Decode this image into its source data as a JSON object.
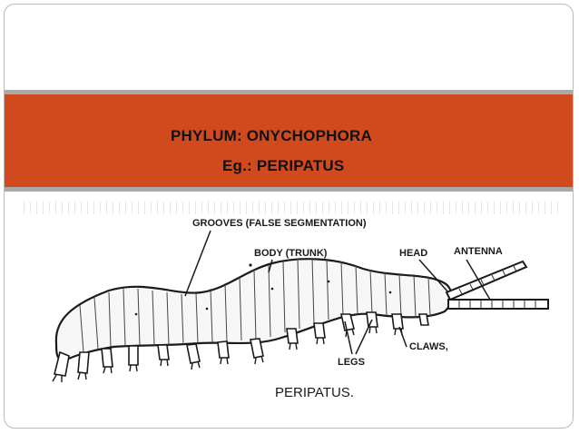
{
  "slide": {
    "title_line1": "PHYLUM: ONYCHOPHORA",
    "title_line2": "Eg.:  PERIPATUS",
    "accent_color": "#d14a1e"
  },
  "diagram": {
    "labels": {
      "grooves": "GROOVES (FALSE SEGMENTATION)",
      "body": "BODY (TRUNK)",
      "head": "HEAD",
      "antenna": "ANTENNA",
      "claws": "CLAWS,",
      "legs": "LEGS",
      "caption": "PERIPATUS."
    }
  }
}
